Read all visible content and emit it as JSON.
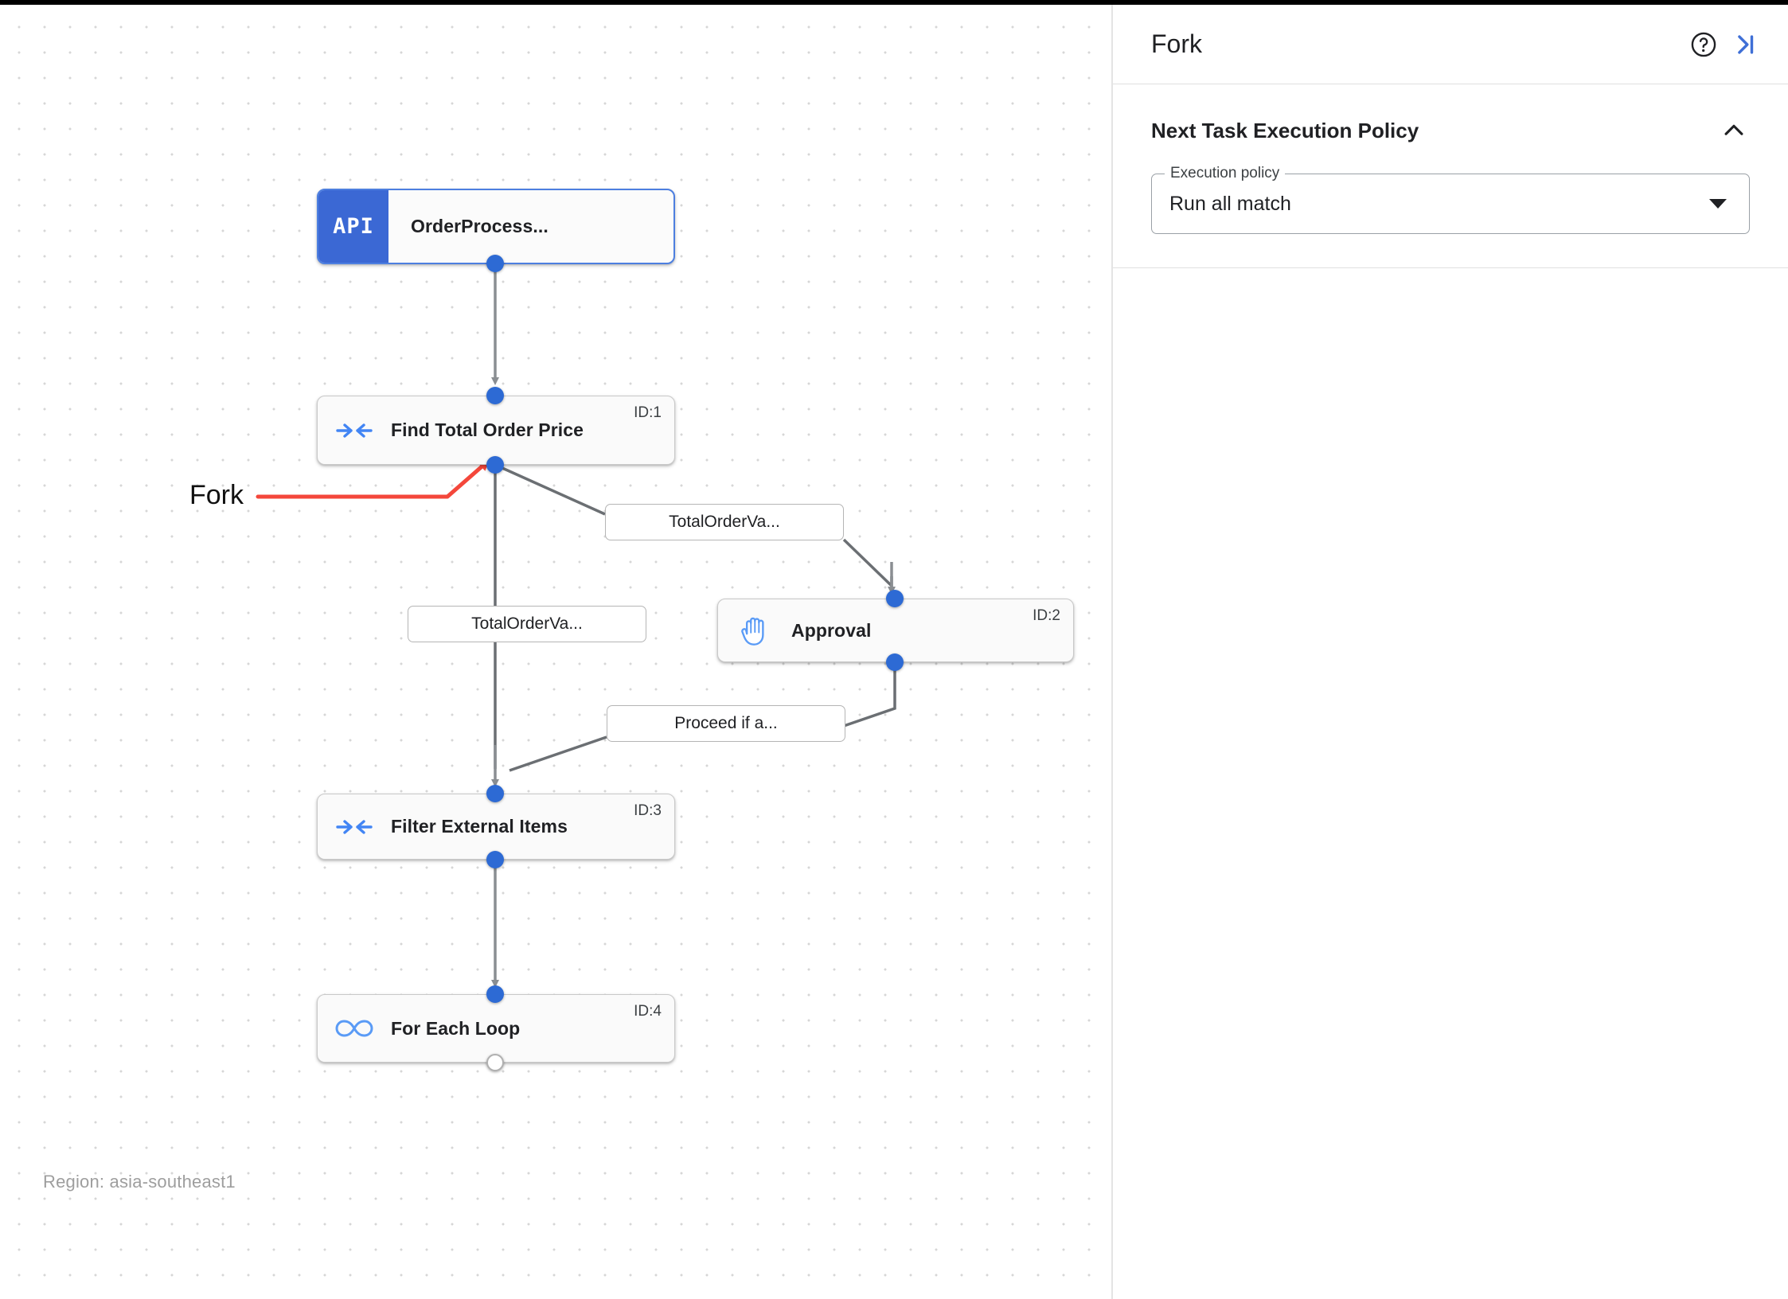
{
  "canvas": {
    "region_label": "Region: asia-southeast1",
    "annotation": {
      "label": "Fork",
      "color": "#f4473b"
    },
    "nodes": [
      {
        "key": "order_process",
        "badge": "API",
        "title": "OrderProcess...",
        "id_label": "",
        "icon": "api-icon",
        "selected": true
      },
      {
        "key": "find_total_order_price",
        "badge": "",
        "title": "Find Total Order Price",
        "id_label": "ID:1",
        "icon": "merge-arrows-icon",
        "selected": false
      },
      {
        "key": "approval",
        "badge": "",
        "title": "Approval",
        "id_label": "ID:2",
        "icon": "hand-icon",
        "selected": false
      },
      {
        "key": "filter_external_items",
        "badge": "",
        "title": "Filter External Items",
        "id_label": "ID:3",
        "icon": "merge-arrows-icon",
        "selected": false
      },
      {
        "key": "for_each_loop",
        "badge": "",
        "title": "For Each Loop",
        "id_label": "ID:4",
        "icon": "infinity-icon",
        "selected": false
      }
    ],
    "edge_labels": [
      {
        "key": "branch_right",
        "text": "TotalOrderVa..."
      },
      {
        "key": "branch_down",
        "text": "TotalOrderVa..."
      },
      {
        "key": "approval_out",
        "text": "Proceed if a..."
      }
    ]
  },
  "panel": {
    "title": "Fork",
    "help_icon": "help-circle-icon",
    "collapse_icon": "collapse-right-icon",
    "section": {
      "title": "Next Task Execution Policy",
      "collapse_icon": "chevron-up-icon",
      "field": {
        "legend": "Execution policy",
        "value": "Run all match",
        "caret_icon": "caret-down-icon"
      }
    }
  },
  "colors": {
    "accent": "#2d6ad4",
    "api_badge": "#3b68d4",
    "icon_blue": "#4285f4",
    "annotation_red": "#f4473b",
    "edge_gray": "#6b6f73"
  }
}
